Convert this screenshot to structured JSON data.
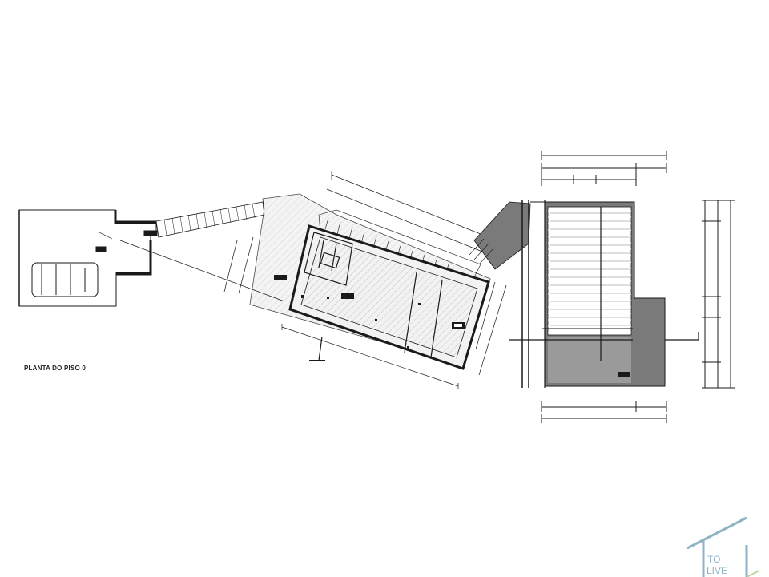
{
  "drawing": {
    "plan_label": "PLANTA DO PISO 0",
    "colors": {
      "line": "#1a1a1a",
      "fill_dark": "#7a7a7a",
      "fill_light": "#d9d9d9",
      "hatch": "#b0b0b0"
    }
  },
  "logo": {
    "line1": "TO",
    "line2": "LIVE",
    "color": "#8fb3c4",
    "icon": "house-outline-icon"
  }
}
